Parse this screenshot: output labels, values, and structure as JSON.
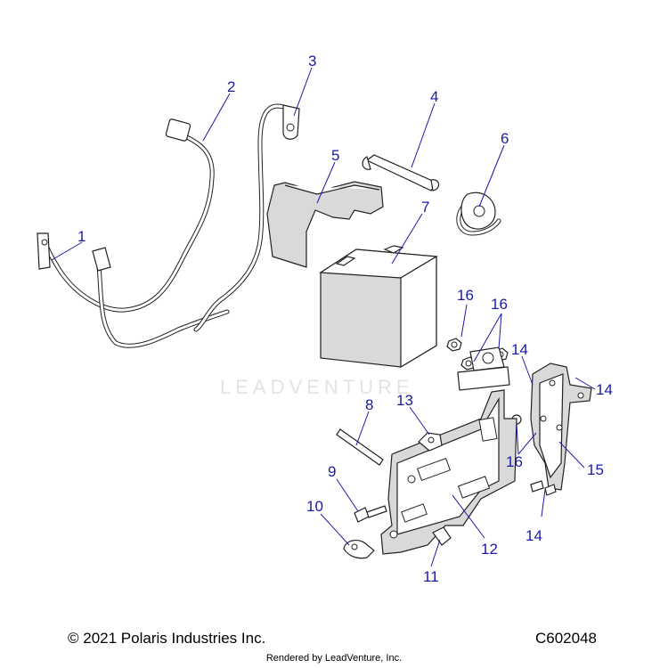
{
  "watermark": "LEADVENTURE",
  "callouts": [
    "1",
    "2",
    "3",
    "4",
    "5",
    "6",
    "7",
    "8",
    "9",
    "10",
    "11",
    "12",
    "13",
    "14",
    "14",
    "14",
    "15",
    "16",
    "16",
    "16"
  ],
  "footer": {
    "copyright": "© 2021 Polaris Industries Inc.",
    "code": "C602048",
    "rendered_by": "Rendered by LeadVenture, Inc."
  }
}
